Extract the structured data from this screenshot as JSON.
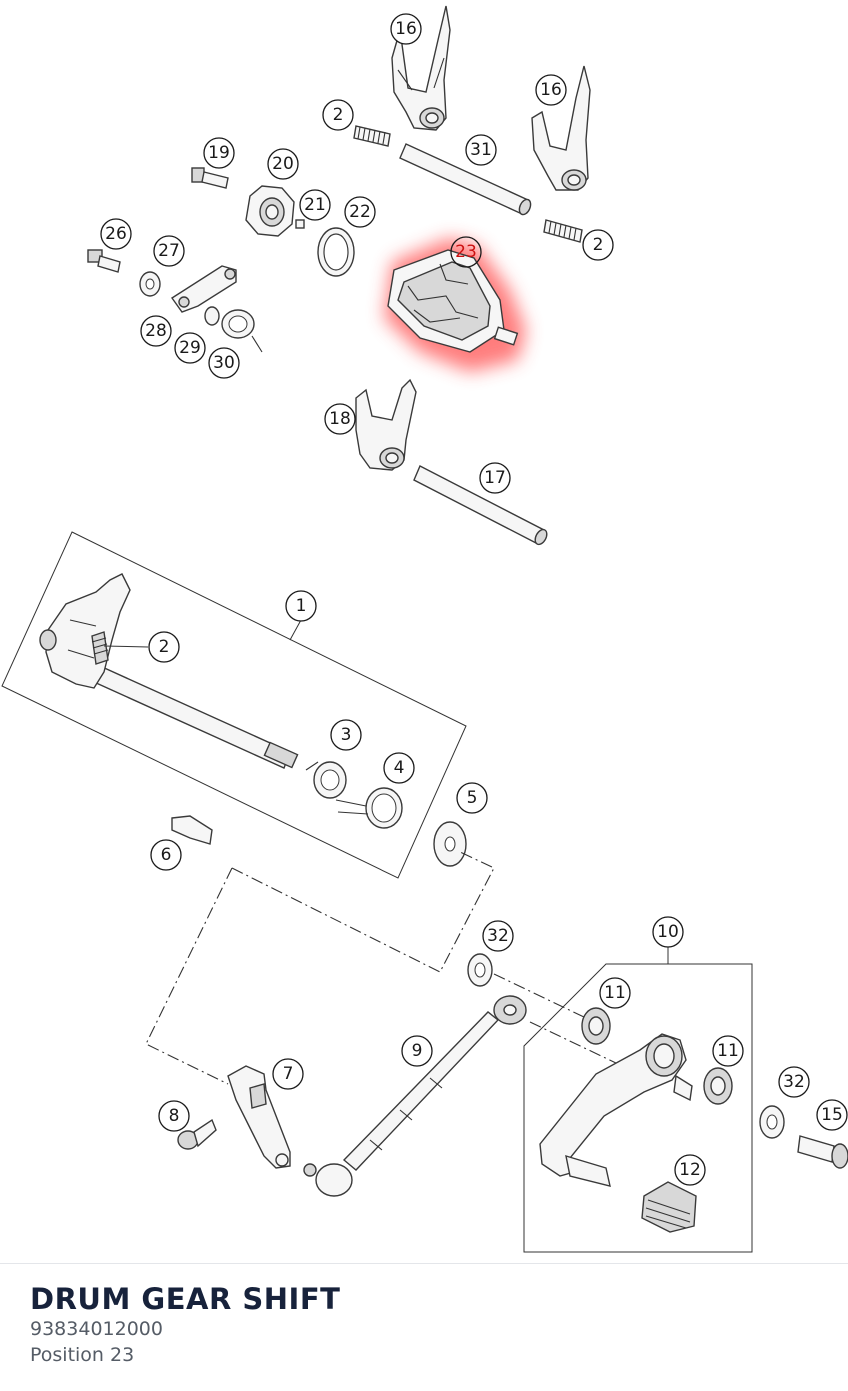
{
  "diagram": {
    "highlight_color": "#ff7070",
    "highlighted_callout": "23",
    "callouts": [
      {
        "id": "c16a",
        "number": "16"
      },
      {
        "id": "c16b",
        "number": "16"
      },
      {
        "id": "c2a",
        "number": "2"
      },
      {
        "id": "c31",
        "number": "31"
      },
      {
        "id": "c19",
        "number": "19"
      },
      {
        "id": "c20",
        "number": "20"
      },
      {
        "id": "c21",
        "number": "21"
      },
      {
        "id": "c22",
        "number": "22"
      },
      {
        "id": "c2b",
        "number": "2"
      },
      {
        "id": "c23",
        "number": "23"
      },
      {
        "id": "c26",
        "number": "26"
      },
      {
        "id": "c27",
        "number": "27"
      },
      {
        "id": "c28",
        "number": "28"
      },
      {
        "id": "c29",
        "number": "29"
      },
      {
        "id": "c30",
        "number": "30"
      },
      {
        "id": "c18",
        "number": "18"
      },
      {
        "id": "c17",
        "number": "17"
      },
      {
        "id": "c1",
        "number": "1"
      },
      {
        "id": "c2c",
        "number": "2"
      },
      {
        "id": "c3",
        "number": "3"
      },
      {
        "id": "c4",
        "number": "4"
      },
      {
        "id": "c5",
        "number": "5"
      },
      {
        "id": "c6",
        "number": "6"
      },
      {
        "id": "c32a",
        "number": "32"
      },
      {
        "id": "c10",
        "number": "10"
      },
      {
        "id": "c11a",
        "number": "11"
      },
      {
        "id": "c9",
        "number": "9"
      },
      {
        "id": "c11b",
        "number": "11"
      },
      {
        "id": "c7",
        "number": "7"
      },
      {
        "id": "c32b",
        "number": "32"
      },
      {
        "id": "c15",
        "number": "15"
      },
      {
        "id": "c8",
        "number": "8"
      },
      {
        "id": "c12",
        "number": "12"
      }
    ]
  },
  "part": {
    "title": "DRUM GEAR SHIFT",
    "number": "93834012000",
    "position": "Position 23"
  }
}
